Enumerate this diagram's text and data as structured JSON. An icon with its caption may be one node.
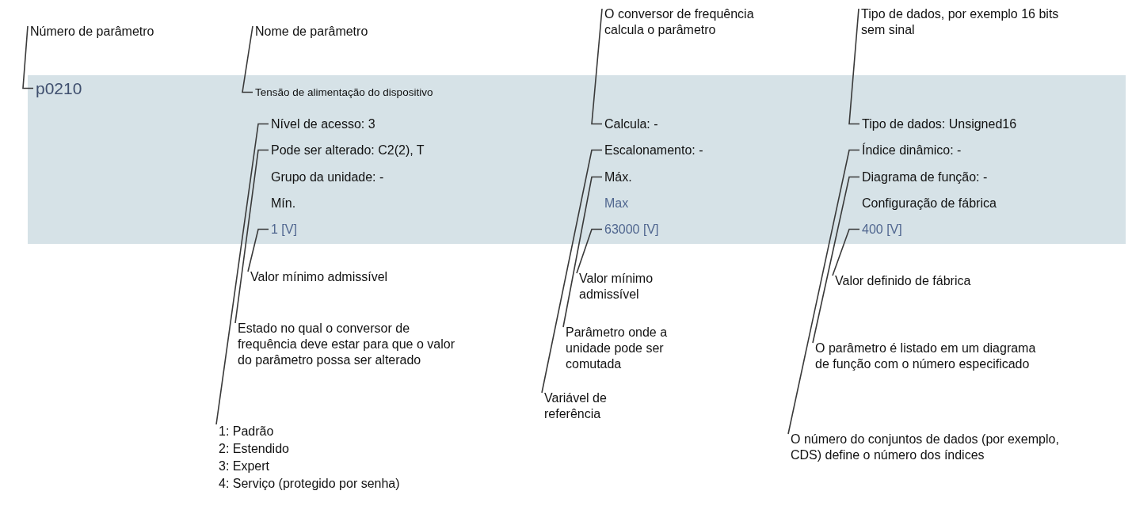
{
  "diagram": {
    "nodes": [
      {
        "text": [],
        "shape": "box"
      },
      {
        "text": [
          "p0210"
        ],
        "in": 0
      },
      {
        "text": [
          "Tensão de alimentação do dispositivo"
        ],
        "in": 0
      },
      {
        "text": [
          "Nível de acesso: 3"
        ],
        "in": 0
      },
      {
        "text": [
          "Pode ser alterado: C2(2), T"
        ],
        "in": 0
      },
      {
        "text": [
          "Grupo da unidade: -"
        ],
        "in": 0
      },
      {
        "text": [
          "Mín."
        ],
        "in": 0
      },
      {
        "text": [
          "1 [V]"
        ],
        "in": 0
      },
      {
        "text": [
          "Calcula: -"
        ],
        "in": 0
      },
      {
        "text": [
          "Escalonamento: -"
        ],
        "in": 0
      },
      {
        "text": [
          "Máx."
        ],
        "in": 0
      },
      {
        "text": [
          "Max"
        ],
        "in": 0
      },
      {
        "text": [
          "63000 [V]"
        ],
        "in": 0
      },
      {
        "text": [
          "Tipo de dados: Unsigned16"
        ],
        "in": 0
      },
      {
        "text": [
          "Índice dinâmico: -"
        ],
        "in": 0
      },
      {
        "text": [
          "Diagrama de função: -"
        ],
        "in": 0
      },
      {
        "text": [
          "Configuração de fábrica"
        ],
        "in": 0
      },
      {
        "text": [
          "400 [V]"
        ],
        "in": 0
      },
      {
        "text": [
          "Número de parâmetro"
        ]
      },
      {
        "text": [
          "Nome de parâmetro"
        ]
      },
      {
        "text": [
          "O conversor de frequência calcula o parâmetro"
        ]
      },
      {
        "text": [
          "Tipo de dados, por exemplo 16 bits sem sinal"
        ]
      },
      {
        "text": [
          "Valor mínimo admissível"
        ]
      },
      {
        "text": [
          "Estado no qual o conversor de frequência deve estar para que o valor do parâmetro possa ser alterado"
        ]
      },
      {
        "text": [
          "1: Padrão",
          "2: Estendido",
          "3: Expert",
          "4: Serviço (protegido por senha)"
        ]
      },
      {
        "text": [
          "Valor mínimo admissível"
        ]
      },
      {
        "text": [
          "Parâmetro onde a unidade pode ser comutada"
        ]
      },
      {
        "text": [
          "Variável de referência"
        ]
      },
      {
        "text": [
          "Valor definido de fábrica"
        ]
      },
      {
        "text": [
          "O parâmetro é listado em um diagrama de função com o número especificado"
        ]
      },
      {
        "text": [
          "O número do conjuntos de dados (por exemplo, CDS) define o número dos índices"
        ]
      }
    ],
    "edges": [
      {
        "from": 18,
        "to": 1,
        "arrow": "none"
      },
      {
        "from": 19,
        "to": 2,
        "arrow": "none"
      },
      {
        "from": 20,
        "to": 8,
        "arrow": "none"
      },
      {
        "from": 21,
        "to": 13,
        "arrow": "none"
      },
      {
        "from": 22,
        "to": 7,
        "arrow": "none"
      },
      {
        "from": 23,
        "to": 4,
        "arrow": "none"
      },
      {
        "from": 24,
        "to": 3,
        "arrow": "none"
      },
      {
        "from": 25,
        "to": 12,
        "arrow": "none"
      },
      {
        "from": 26,
        "to": 10,
        "arrow": "none"
      },
      {
        "from": 27,
        "to": 9,
        "arrow": "none"
      },
      {
        "from": 28,
        "to": 17,
        "arrow": "none"
      },
      {
        "from": 29,
        "to": 15,
        "arrow": "none"
      },
      {
        "from": 30,
        "to": 14,
        "arrow": "none"
      }
    ]
  }
}
